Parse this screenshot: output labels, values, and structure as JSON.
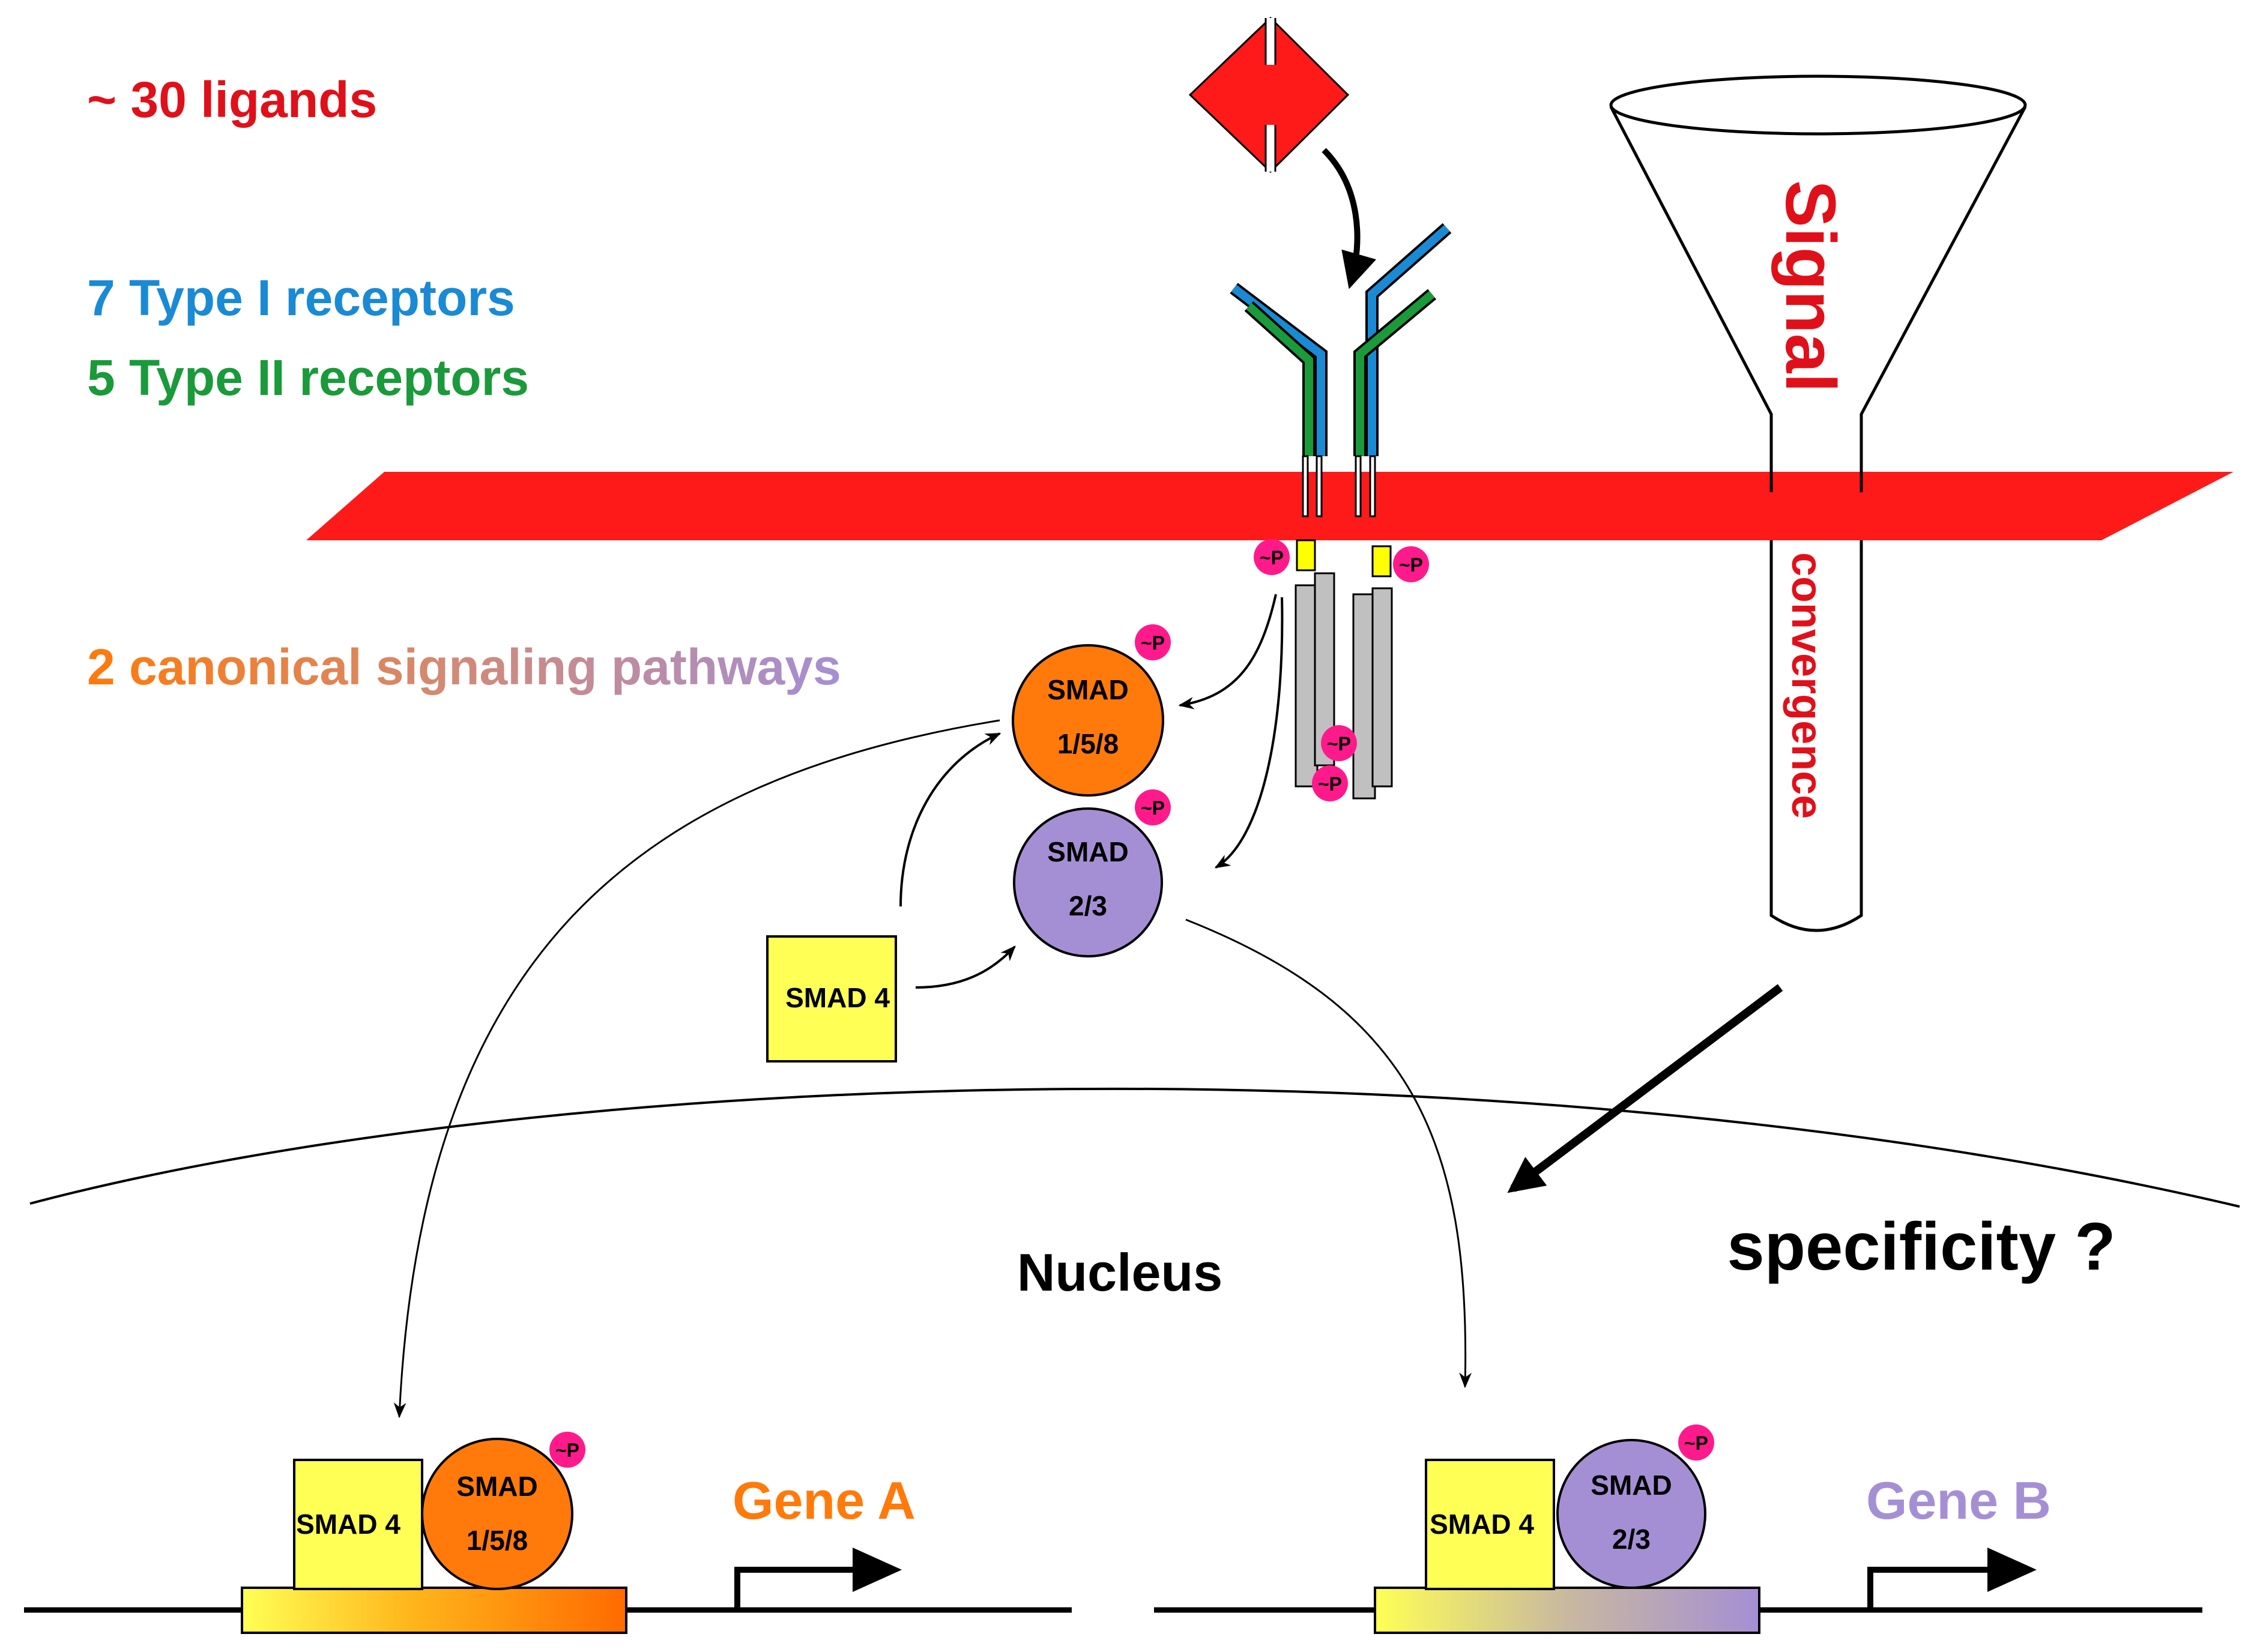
{
  "labels": {
    "ligands": "~ 30 ligands",
    "type1": "7 Type I receptors",
    "type2": "5 Type II receptors",
    "pathways": "2 canonical signaling pathways",
    "nucleus": "Nucleus",
    "specificity": "specificity ?",
    "funnel_top": "Signal",
    "funnel_bottom": "convergence",
    "gene_a": "Gene A",
    "gene_b": "Gene B"
  },
  "smad": {
    "smad158_title": "SMAD",
    "smad158_sub": "1/5/8",
    "smad23_title": "SMAD",
    "smad23_sub": "2/3",
    "smad4": "SMAD 4"
  },
  "phospho": "~P",
  "colors": {
    "red": "#ff1a1a",
    "dark_red": "#e0101a",
    "blue": "#1a8ad4",
    "green": "#1a9a3a",
    "orange": "#ff7a0a",
    "purple": "#a58fd4",
    "yellow": "#ffff55",
    "magenta": "#ff1a8c",
    "grey": "#c0c0c0"
  }
}
